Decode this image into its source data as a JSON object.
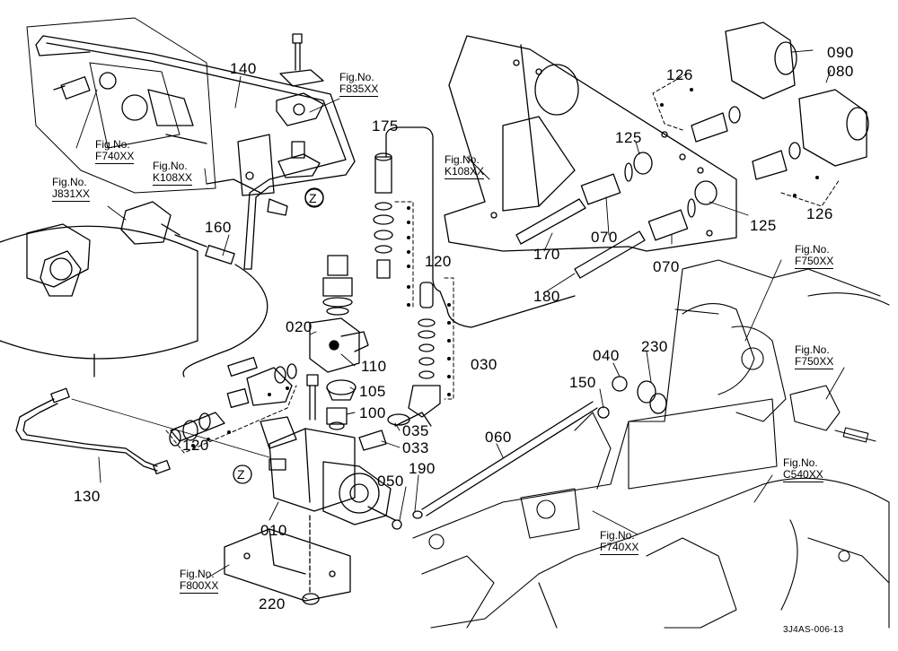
{
  "diagram": {
    "drawing_code": "3J4AS-006-13",
    "z_marker": "Z",
    "figure_refs": [
      {
        "id": "fig-f740-top",
        "caption": "Fig.No.",
        "code": "F740XX"
      },
      {
        "id": "fig-k108-left",
        "caption": "Fig.No.",
        "code": "K108XX"
      },
      {
        "id": "fig-j831",
        "caption": "Fig.No.",
        "code": "J831XX"
      },
      {
        "id": "fig-f835",
        "caption": "Fig.No.",
        "code": "F835XX"
      },
      {
        "id": "fig-k108-center",
        "caption": "Fig.No.",
        "code": "K108XX"
      },
      {
        "id": "fig-f750-a",
        "caption": "Fig.No.",
        "code": "F750XX"
      },
      {
        "id": "fig-f750-b",
        "caption": "Fig.No.",
        "code": "F750XX"
      },
      {
        "id": "fig-c540",
        "caption": "Fig.No.",
        "code": "C540XX"
      },
      {
        "id": "fig-f740-bottom",
        "caption": "Fig.No.",
        "code": "F740XX"
      },
      {
        "id": "fig-f800",
        "caption": "Fig.No.",
        "code": "F800XX"
      }
    ],
    "part_numbers": [
      "140",
      "175",
      "160",
      "020",
      "120",
      "110",
      "105",
      "100",
      "030",
      "035",
      "033",
      "010",
      "050",
      "190",
      "060",
      "150",
      "040",
      "230",
      "125",
      "170",
      "070",
      "180",
      "126",
      "090",
      "080",
      "130",
      "220"
    ]
  }
}
